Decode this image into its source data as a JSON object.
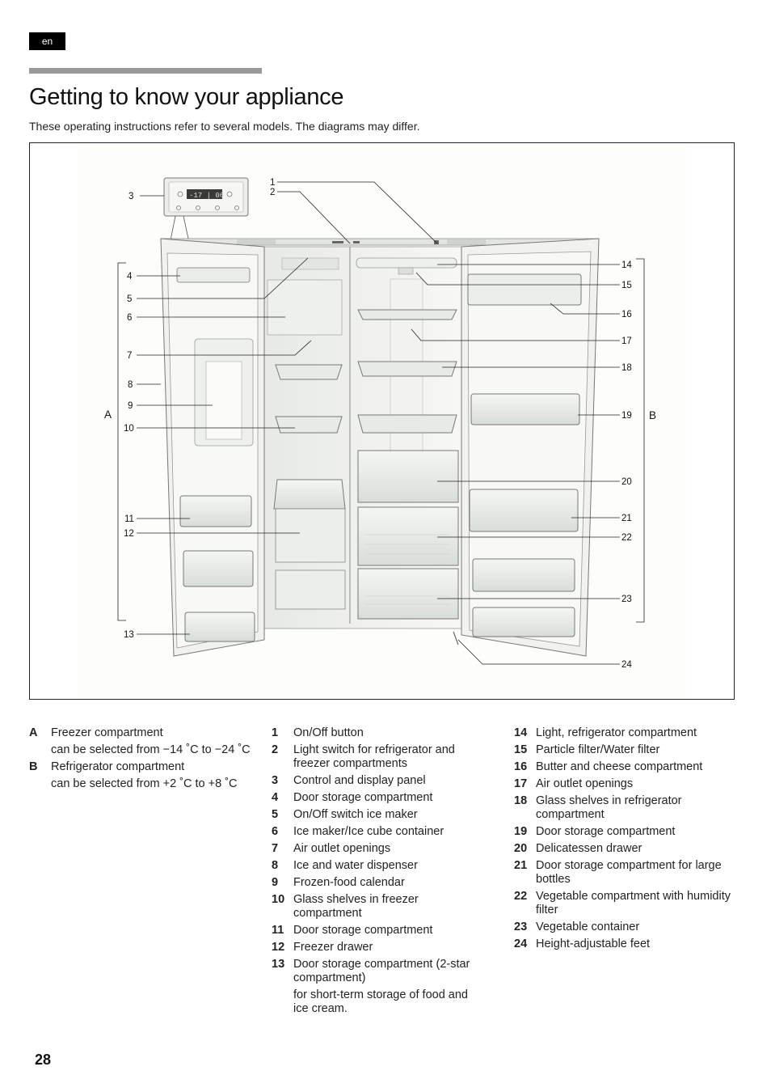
{
  "header": {
    "lang": "en"
  },
  "title": "Getting to know your appliance",
  "intro": "These operating instructions refer to several models. The diagrams may differ.",
  "diagram": {
    "control_panel_display": "-17 | 06",
    "callouts": {
      "n1": "1",
      "n2": "2",
      "n3": "3",
      "n4": "4",
      "n5": "5",
      "n6": "6",
      "n7": "7",
      "n8": "8",
      "n9": "9",
      "n10": "10",
      "n11": "11",
      "n12": "12",
      "n13": "13",
      "n14": "14",
      "n15": "15",
      "n16": "16",
      "n17": "17",
      "n18": "18",
      "n19": "19",
      "n20": "20",
      "n21": "21",
      "n22": "22",
      "n23": "23",
      "n24": "24",
      "A": "A",
      "B": "B"
    }
  },
  "legend_zones": [
    {
      "key": "A",
      "label": "Freezer compartment",
      "note": "can be selected from −14 ˚C to −24 ˚C"
    },
    {
      "key": "B",
      "label": "Refrigerator compartment",
      "note": "can be selected from +2 ˚C to +8 ˚C"
    }
  ],
  "legend_parts": [
    {
      "num": "1",
      "label": "On/Off button"
    },
    {
      "num": "2",
      "label": "Light switch for refrigerator and freezer compartments"
    },
    {
      "num": "3",
      "label": "Control and display panel"
    },
    {
      "num": "4",
      "label": "Door storage compartment"
    },
    {
      "num": "5",
      "label": "On/Off switch ice maker"
    },
    {
      "num": "6",
      "label": "Ice maker/Ice cube container"
    },
    {
      "num": "7",
      "label": "Air outlet openings"
    },
    {
      "num": "8",
      "label": "Ice and water dispenser"
    },
    {
      "num": "9",
      "label": "Frozen-food calendar"
    },
    {
      "num": "10",
      "label": "Glass shelves in freezer compartment"
    },
    {
      "num": "11",
      "label": "Door storage compartment"
    },
    {
      "num": "12",
      "label": "Freezer drawer"
    },
    {
      "num": "13",
      "label": "Door storage compartment (2-star compartment)",
      "note": "for short-term storage of food and ice cream."
    },
    {
      "num": "14",
      "label": "Light, refrigerator compartment"
    },
    {
      "num": "15",
      "label": "Particle filter/Water filter"
    },
    {
      "num": "16",
      "label": "Butter and cheese compartment"
    },
    {
      "num": "17",
      "label": "Air outlet openings"
    },
    {
      "num": "18",
      "label": "Glass shelves in refrigerator compartment"
    },
    {
      "num": "19",
      "label": "Door storage compartment"
    },
    {
      "num": "20",
      "label": "Delicatessen drawer"
    },
    {
      "num": "21",
      "label": "Door storage compartment for large bottles"
    },
    {
      "num": "22",
      "label": "Vegetable compartment with humidity filter"
    },
    {
      "num": "23",
      "label": "Vegetable container"
    },
    {
      "num": "24",
      "label": "Height-adjustable feet"
    }
  ],
  "page_number": "28"
}
